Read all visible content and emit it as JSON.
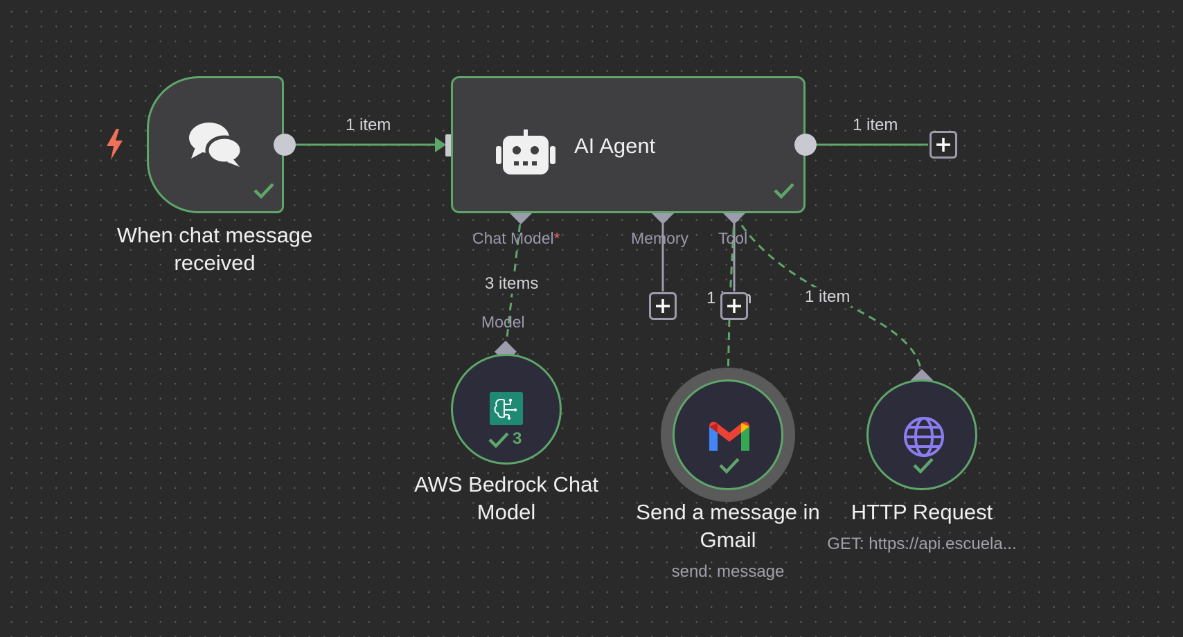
{
  "trigger": {
    "title": "When chat message received",
    "output_label": "1 item"
  },
  "agent": {
    "title": "AI Agent",
    "output_label": "1 item",
    "handles": {
      "chat_model": "Chat Model",
      "chat_model_required": "*",
      "memory": "Memory",
      "tool": "Tool"
    }
  },
  "bedrock": {
    "title": "AWS Bedrock Chat Model",
    "edge_label": "3 items",
    "handle_label": "Model",
    "run_count": "3"
  },
  "gmail": {
    "title": "Send a message in Gmail",
    "subtitle": "send: message",
    "edge_label": "1 item"
  },
  "http": {
    "title": "HTTP Request",
    "subtitle": "GET: https://api.escuela...",
    "edge_label": "1 item"
  },
  "colors": {
    "success": "#5fa66a",
    "trigger_bolt": "#f0705a",
    "required": "#f06464",
    "handle": "#9c9cad",
    "node_bg": "#3f3f42",
    "canvas_bg": "#2a2a2a"
  }
}
